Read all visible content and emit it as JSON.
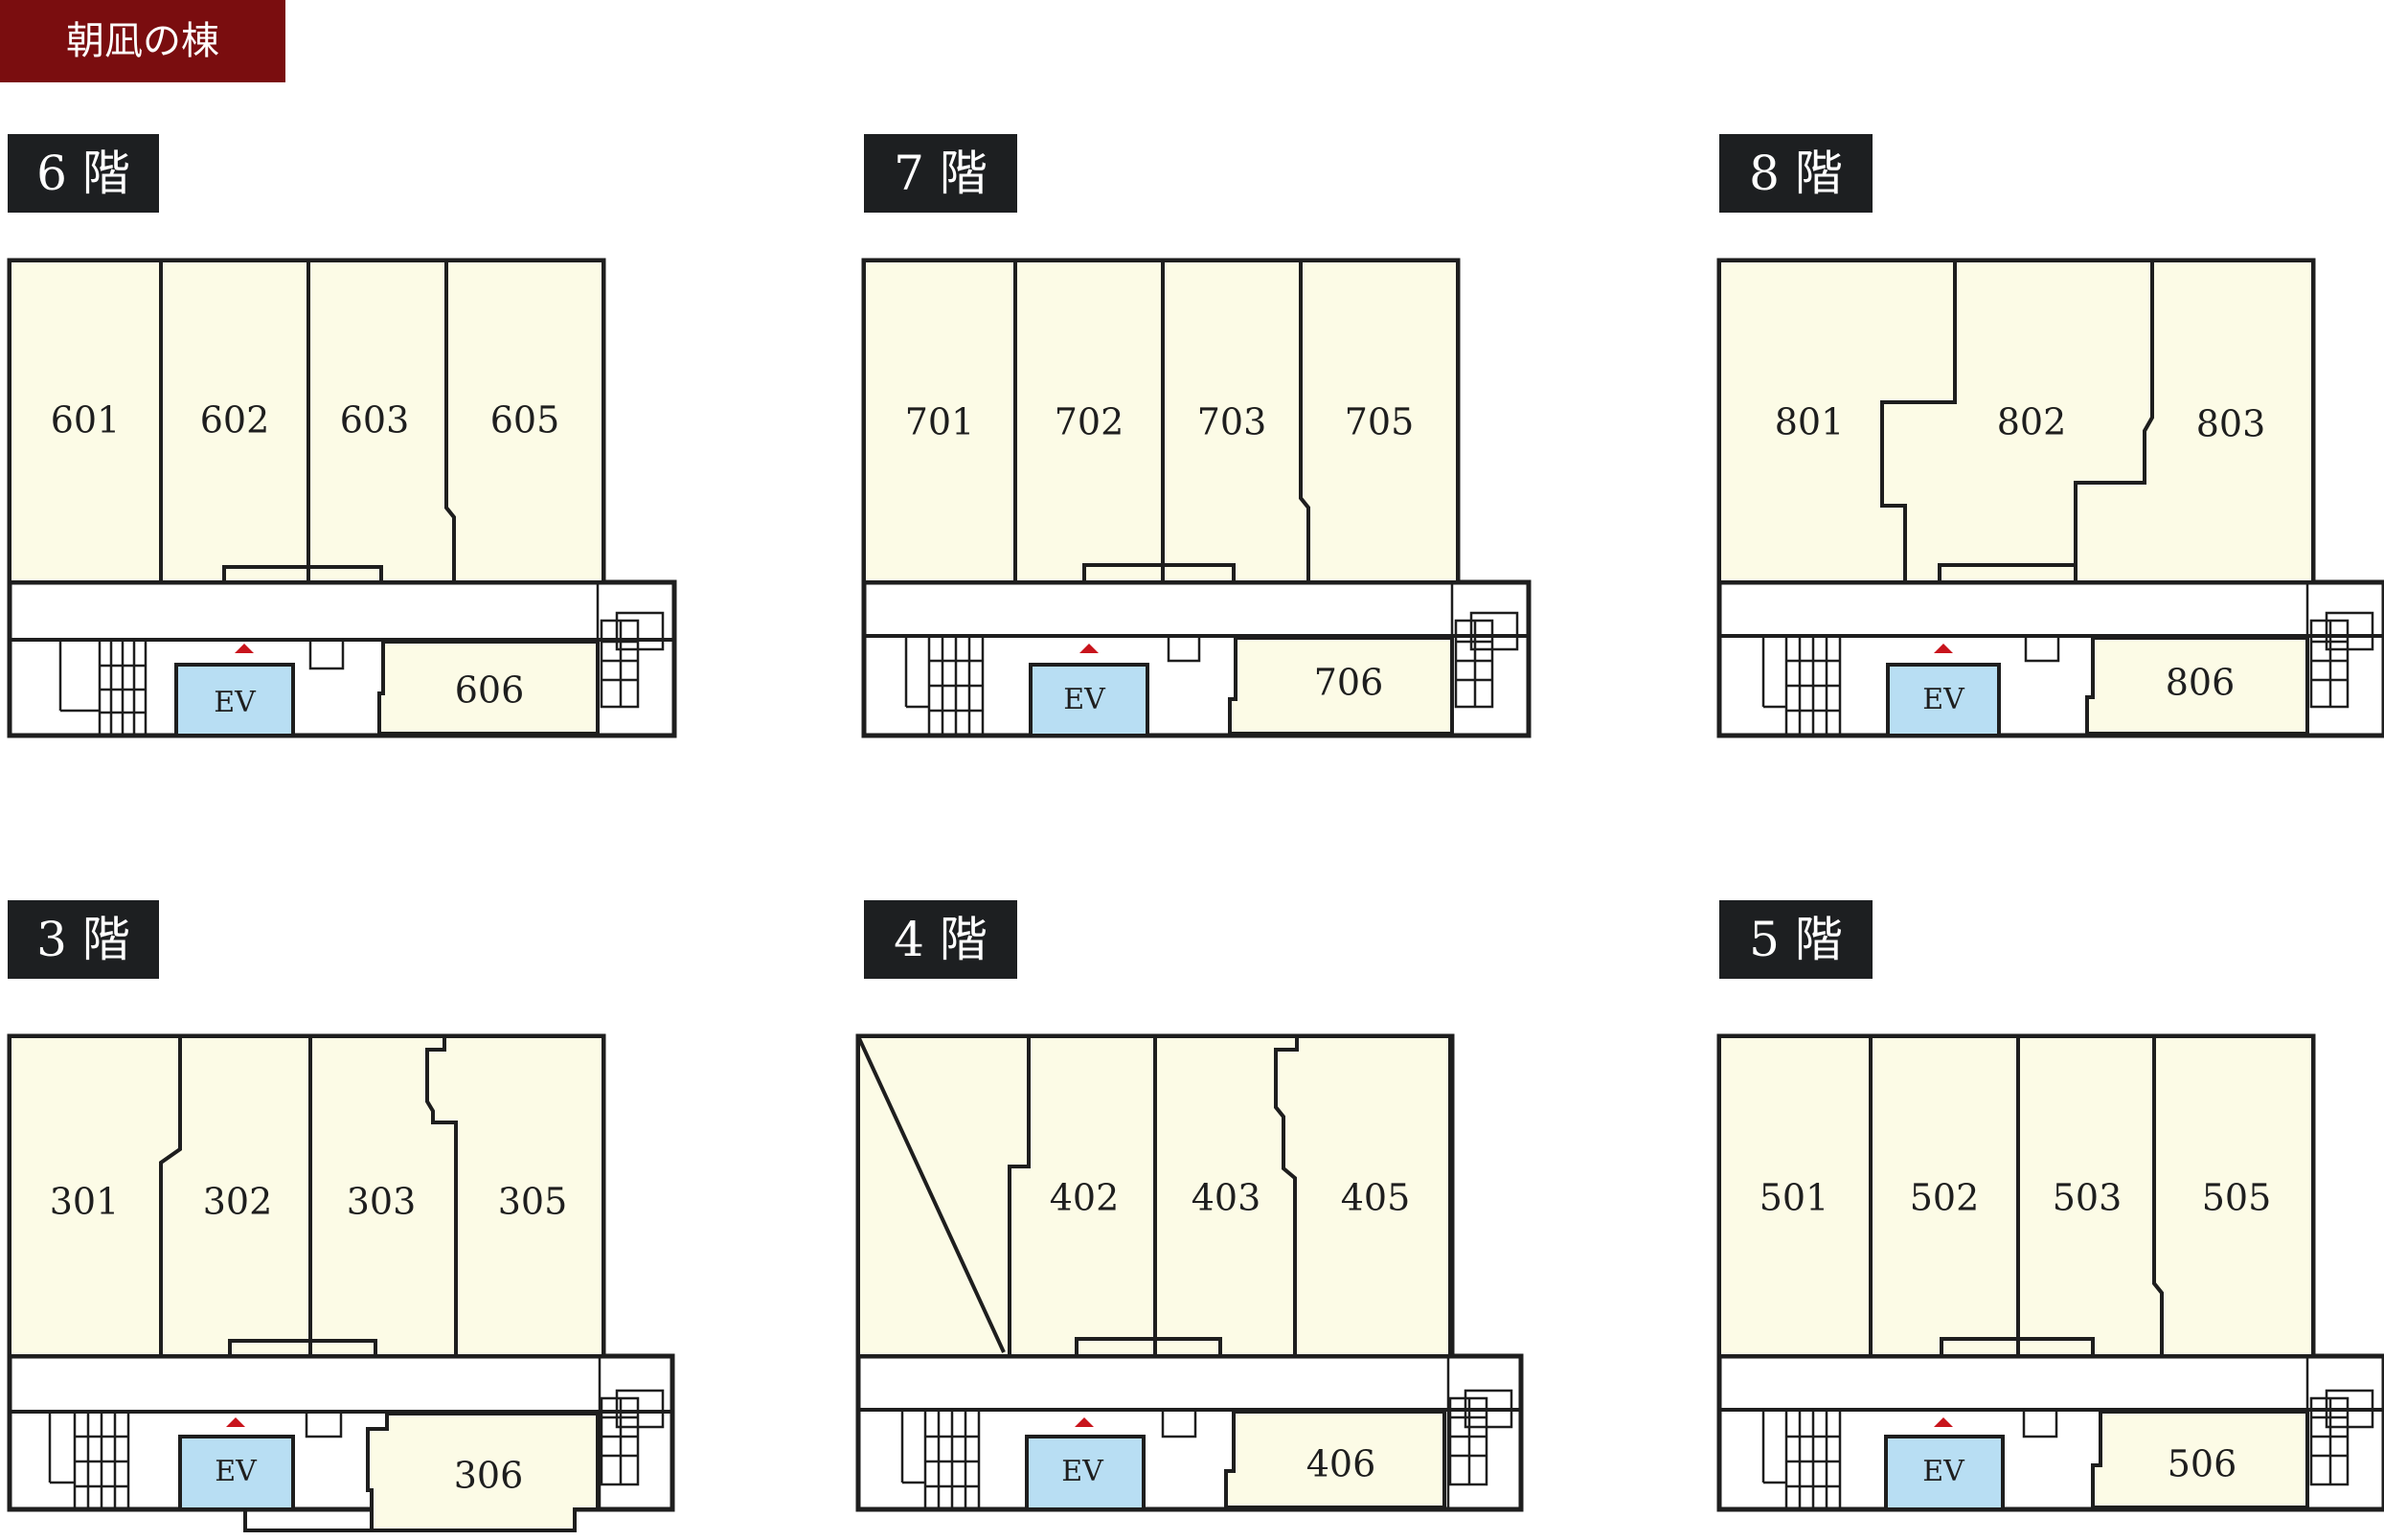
{
  "building": "朝凪の棟",
  "colors": {
    "room": "#fcfbe6",
    "elevator": "#b8def3",
    "label_bg": "#1d1f21",
    "tag_bg": "#7a0d0f",
    "arrow": "#c8141c"
  },
  "floors": [
    {
      "label": "6 階",
      "rooms": [
        "601",
        "602",
        "603",
        "605"
      ],
      "lower_room": "606",
      "elevator": "EV"
    },
    {
      "label": "7 階",
      "rooms": [
        "701",
        "702",
        "703",
        "705"
      ],
      "lower_room": "706",
      "elevator": "EV"
    },
    {
      "label": "8 階",
      "rooms": [
        "801",
        "802",
        "803"
      ],
      "lower_room": "806",
      "elevator": "EV"
    },
    {
      "label": "3 階",
      "rooms": [
        "301",
        "302",
        "303",
        "305"
      ],
      "lower_room": "306",
      "elevator": "EV"
    },
    {
      "label": "4 階",
      "rooms": [
        "402",
        "403",
        "405"
      ],
      "lower_room": "406",
      "elevator": "EV"
    },
    {
      "label": "5 階",
      "rooms": [
        "501",
        "502",
        "503",
        "505"
      ],
      "lower_room": "506",
      "elevator": "EV"
    }
  ]
}
